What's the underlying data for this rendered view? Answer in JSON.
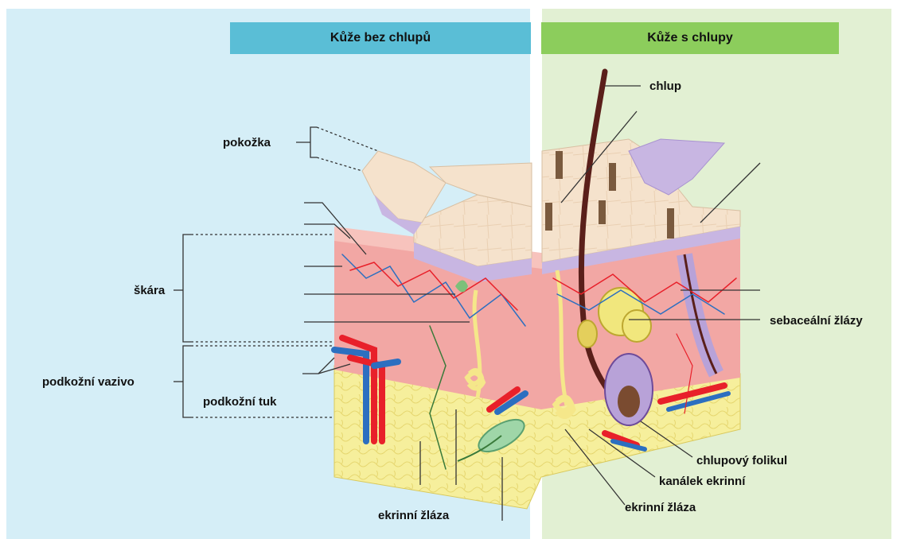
{
  "headers": {
    "left": "Kůže bez chlupů",
    "right": "Kůže s chlupy"
  },
  "labels": {
    "pokozka": "pokožka",
    "skara": "škára",
    "podkozni_vazivo": "podkožní vazivo",
    "podkozni_tuk": "podkožní tuk",
    "ekrinni_zlaza_left": "ekrinní žláza",
    "chlup": "chlup",
    "sebacealni_zlazy": "sebaceální žlázy",
    "chlupovy_folikul": "chlupový folikul",
    "kanalek_ekrinni": "kanálek ekrinní",
    "ekrinni_zlaza_right": "ekrinní žláza"
  },
  "colors": {
    "left_panel": "#d5eef7",
    "right_panel": "#e2f0d3",
    "left_header": "#5abed6",
    "right_header": "#8ccd5c",
    "dermis": "#f2a7a4",
    "fat": "#f6ef9c",
    "epidermis": "#f5e2cc",
    "basal_layer": "#c8b6e2",
    "artery": "#e8202a",
    "vein": "#2c6fc0",
    "hair": "#5a1f1a"
  }
}
